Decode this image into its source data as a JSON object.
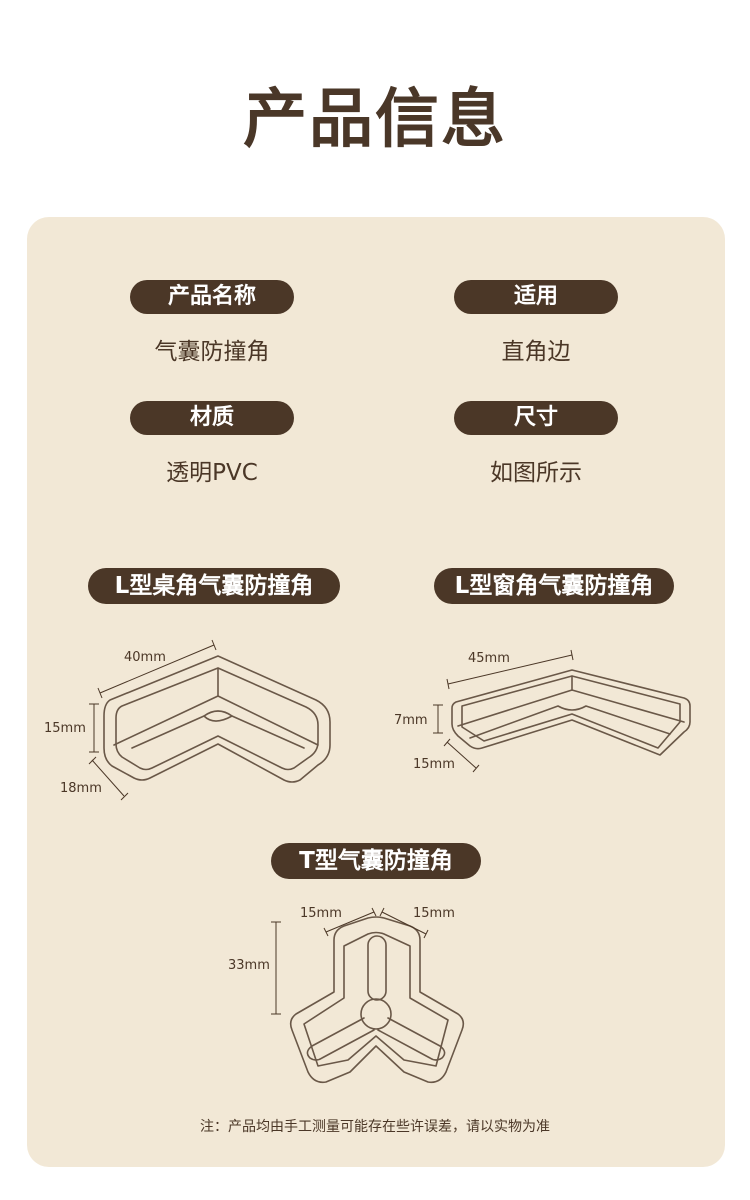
{
  "title": "产品信息",
  "specs": [
    {
      "label": "产品名称",
      "value": "气囊防撞角"
    },
    {
      "label": "适用",
      "value": "直角边"
    },
    {
      "label": "材质",
      "value": "透明PVC"
    },
    {
      "label": "尺寸",
      "value": "如图所示"
    }
  ],
  "products": {
    "l_desk": {
      "name": "L型桌角气囊防撞角",
      "dims": {
        "length": "40mm",
        "height": "15mm",
        "width": "18mm"
      }
    },
    "l_window": {
      "name": "L型窗角气囊防撞角",
      "dims": {
        "length": "45mm",
        "height": "7mm",
        "width": "15mm"
      }
    },
    "t_type": {
      "name": "T型气囊防撞角",
      "dims": {
        "left_arm": "15mm",
        "right_arm": "15mm",
        "height": "33mm"
      }
    }
  },
  "note": "注：产品均由手工测量可能存在些许误差，请以实物为准",
  "colors": {
    "brown": "#4b3727",
    "beige": "#f2e8d6",
    "outline": "#6a5848"
  }
}
